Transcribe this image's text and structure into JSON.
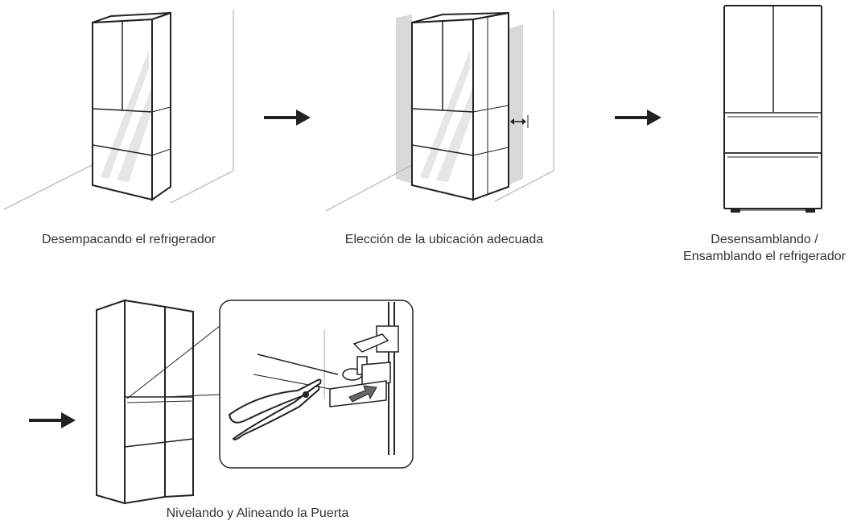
{
  "steps": [
    {
      "id": "unpack",
      "caption_lines": [
        "Desempacando el refrigerador"
      ]
    },
    {
      "id": "location",
      "caption_lines": [
        "Elección de la ubicación adecuada"
      ]
    },
    {
      "id": "assemble",
      "caption_lines": [
        "Desensamblando /",
        "Ensamblando el refrigerador"
      ]
    },
    {
      "id": "leveling",
      "caption_lines": [
        "Nivelando y Alineando la Puerta"
      ]
    }
  ],
  "colors": {
    "line": "#222222",
    "shade": "#d9d9d9",
    "glare": "#e6e6e6",
    "wall": "#aaaaaa"
  },
  "icons": [
    "arrow-right-icon",
    "clearance-arrow-icon",
    "pliers-icon",
    "push-arrow-icon"
  ]
}
